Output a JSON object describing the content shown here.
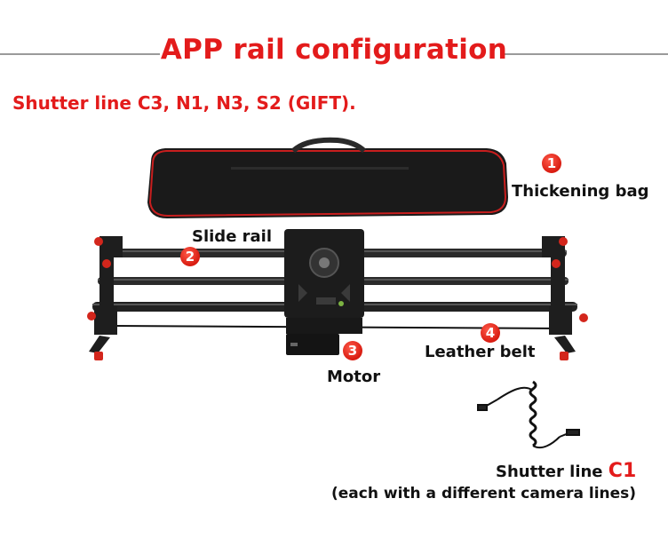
{
  "header": {
    "title": "APP rail configuration",
    "subtitle": "Shutter line C3, N1, N3, S2 (GIFT)."
  },
  "callouts": [
    {
      "number": "1",
      "label": "Thickening bag"
    },
    {
      "number": "2",
      "label": "Slide rail"
    },
    {
      "number": "3",
      "label": "Motor"
    },
    {
      "number": "4",
      "label": "Leather belt"
    }
  ],
  "shutter": {
    "label": "Shutter line",
    "code": "C1",
    "note": "(each with a different camera lines)"
  },
  "colors": {
    "accent": "#e31b1b",
    "text": "#111111",
    "product": "#1c1c1c"
  }
}
